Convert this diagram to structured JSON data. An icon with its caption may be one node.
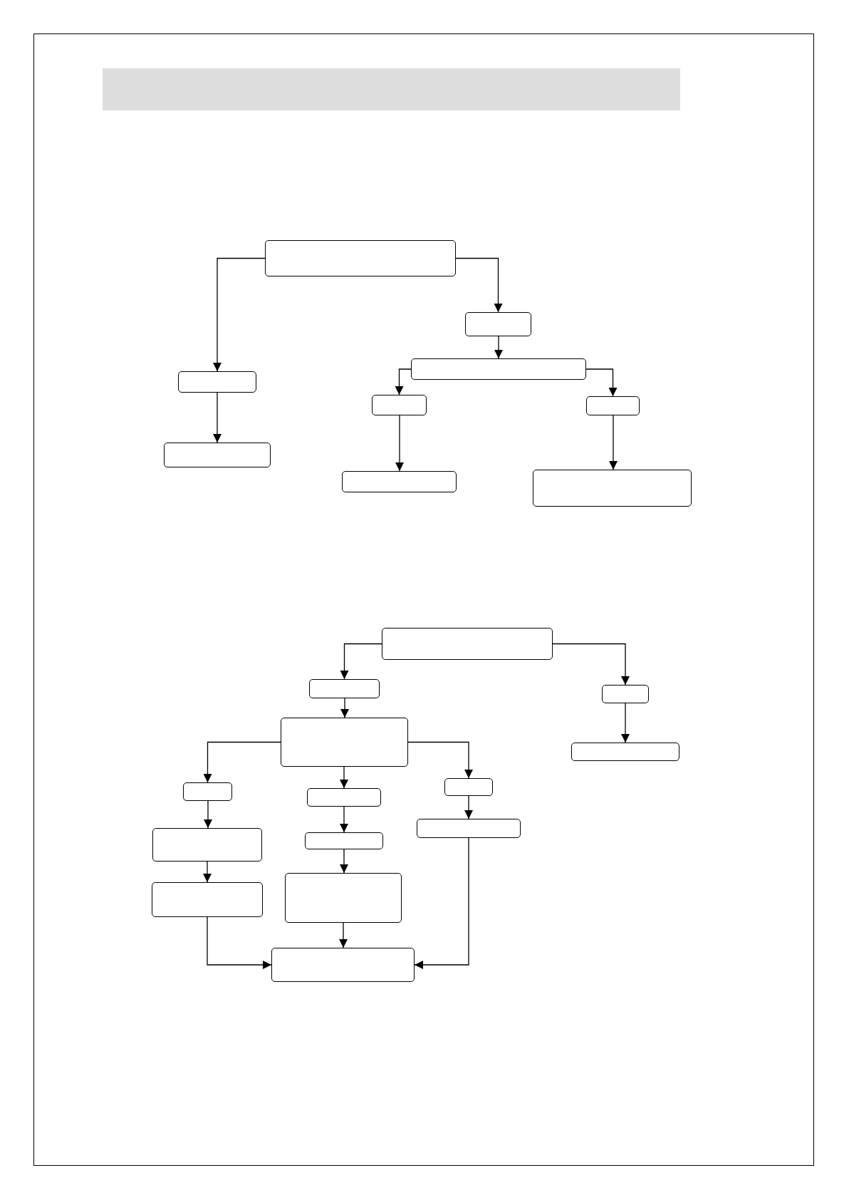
{
  "diagram": {
    "nodes": [
      {
        "text": [],
        "shape": "box"
      },
      {
        "text": [],
        "shape": "box"
      },
      {
        "text": [],
        "shape": "box"
      },
      {
        "text": [],
        "shape": "box"
      },
      {
        "text": [],
        "shape": "box"
      },
      {
        "text": [],
        "shape": "box"
      },
      {
        "text": [],
        "shape": "box"
      },
      {
        "text": [],
        "shape": "box"
      },
      {
        "text": [],
        "shape": "box"
      },
      {
        "text": [],
        "shape": "box"
      },
      {
        "text": [],
        "shape": "box"
      },
      {
        "text": [],
        "shape": "box"
      },
      {
        "text": [],
        "shape": "box"
      },
      {
        "text": [],
        "shape": "box"
      },
      {
        "text": [],
        "shape": "box"
      },
      {
        "text": [],
        "shape": "box"
      },
      {
        "text": [],
        "shape": "box"
      },
      {
        "text": [],
        "shape": "box"
      },
      {
        "text": [],
        "shape": "box"
      },
      {
        "text": [],
        "shape": "box"
      },
      {
        "text": [],
        "shape": "box"
      },
      {
        "text": [],
        "shape": "box"
      },
      {
        "text": [],
        "shape": "box"
      }
    ],
    "edges": [
      {
        "from": 0,
        "to": 3,
        "arrow": "to"
      },
      {
        "from": 0,
        "to": 1,
        "arrow": "to"
      },
      {
        "from": 1,
        "to": 2,
        "arrow": "to"
      },
      {
        "from": 2,
        "to": 4,
        "arrow": "to"
      },
      {
        "from": 2,
        "to": 5,
        "arrow": "to"
      },
      {
        "from": 3,
        "to": 6,
        "arrow": "to"
      },
      {
        "from": 4,
        "to": 7,
        "arrow": "to"
      },
      {
        "from": 5,
        "to": 8,
        "arrow": "to"
      },
      {
        "from": 9,
        "to": 10,
        "arrow": "to"
      },
      {
        "from": 9,
        "to": 11,
        "arrow": "to"
      },
      {
        "from": 10,
        "to": 12,
        "arrow": "to"
      },
      {
        "from": 11,
        "to": 13,
        "arrow": "to"
      },
      {
        "from": 12,
        "to": 14,
        "arrow": "to"
      },
      {
        "from": 12,
        "to": 15,
        "arrow": "to"
      },
      {
        "from": 12,
        "to": 16,
        "arrow": "to"
      },
      {
        "from": 14,
        "to": 17,
        "arrow": "to"
      },
      {
        "from": 15,
        "to": 18,
        "arrow": "to"
      },
      {
        "from": 16,
        "to": 19,
        "arrow": "to"
      },
      {
        "from": 17,
        "to": 20,
        "arrow": "to"
      },
      {
        "from": 18,
        "to": 21,
        "arrow": "to"
      },
      {
        "from": 21,
        "to": 22,
        "arrow": "to"
      },
      {
        "from": 20,
        "to": 22,
        "arrow": "to"
      },
      {
        "from": 19,
        "to": 22,
        "arrow": "to"
      }
    ]
  }
}
